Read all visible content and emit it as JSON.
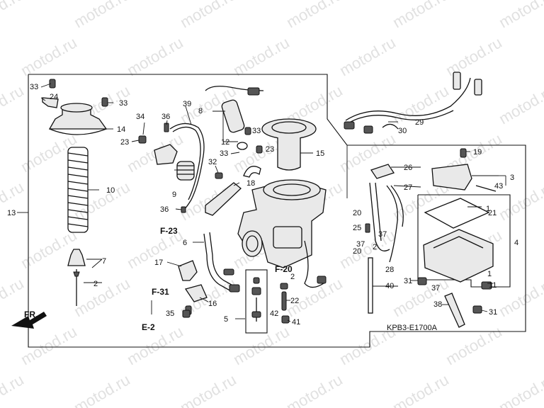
{
  "watermark": "motod.ru",
  "diagram_code": "KPB3-E1700A",
  "direction_label": "FR.",
  "references": [
    "F-23",
    "F-31",
    "E-2",
    "F-20"
  ],
  "callouts": [
    "1",
    "2",
    "3",
    "4",
    "5",
    "6",
    "7",
    "8",
    "9",
    "10",
    "11",
    "12",
    "13",
    "14",
    "15",
    "16",
    "17",
    "18",
    "19",
    "20",
    "21",
    "22",
    "23",
    "24",
    "25",
    "26",
    "27",
    "28",
    "29",
    "30",
    "31",
    "32",
    "33",
    "34",
    "35",
    "36",
    "37",
    "38",
    "39",
    "40",
    "41",
    "42",
    "43"
  ]
}
